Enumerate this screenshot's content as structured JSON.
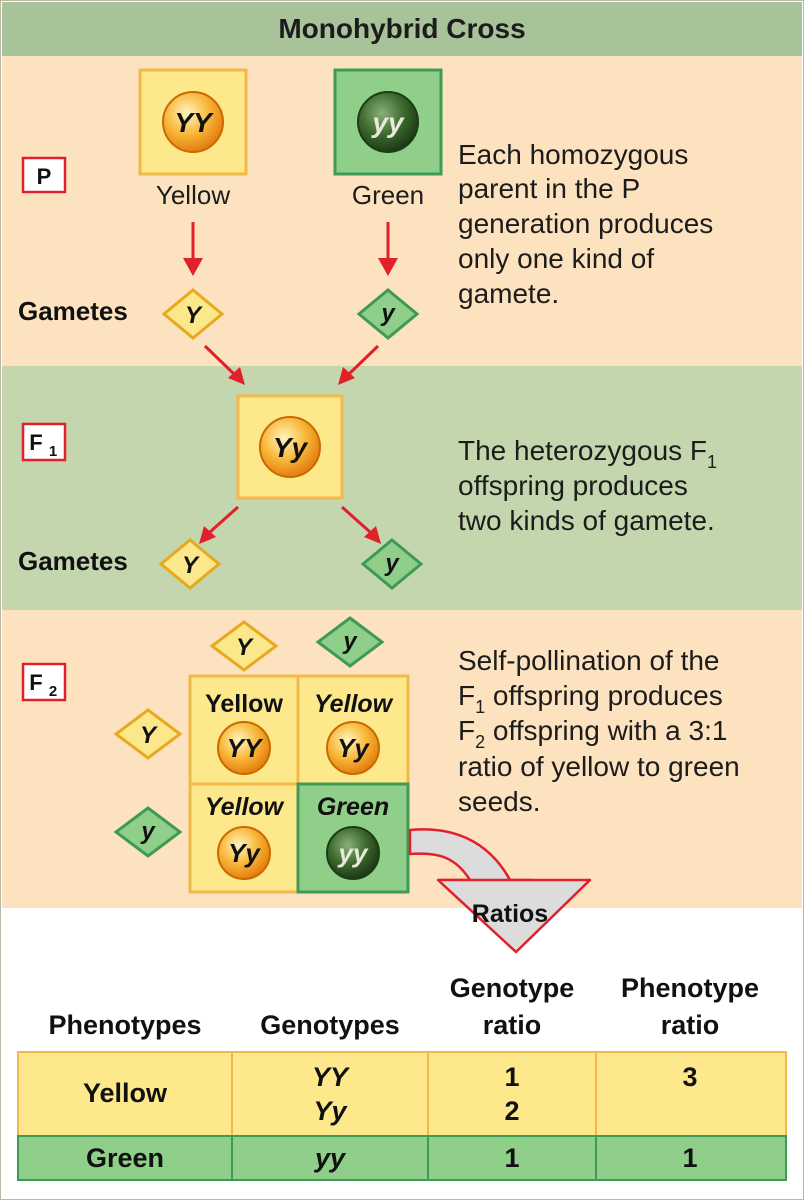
{
  "title": "Monohybrid Cross",
  "colors": {
    "header_bg": "#a8c299",
    "band_light": "#fde2bf",
    "band_green": "#c4d6ad",
    "yellow_box": "#fde98b",
    "yellow_border": "#f2b84a",
    "green_box": "#8fcf8a",
    "green_border": "#3e9a54",
    "arrow_red": "#e0202a"
  },
  "p_generation": {
    "label": "P",
    "parents": [
      {
        "genotype": "YY",
        "phenotype": "Yellow"
      },
      {
        "genotype": "yy",
        "phenotype": "Green"
      }
    ],
    "gametes_label": "Gametes",
    "gametes": [
      "Y",
      "y"
    ],
    "description": [
      "Each homozygous",
      "parent in the P",
      "generation produces",
      "only one kind of",
      "gamete."
    ]
  },
  "f1_generation": {
    "label": "F",
    "label_sub": "1",
    "offspring_genotype": "Yy",
    "gametes_label": "Gametes",
    "gametes": [
      "Y",
      "y"
    ],
    "description_line1": "The heterozygous F",
    "description_line1_sub": "1",
    "description_rest": [
      "offspring produces",
      "two kinds of gamete."
    ]
  },
  "f2_generation": {
    "label": "F",
    "label_sub": "2",
    "col_gametes": [
      "Y",
      "y"
    ],
    "row_gametes": [
      "Y",
      "y"
    ],
    "punnett": [
      {
        "phenotype": "Yellow",
        "genotype": "YY",
        "color": "yellow"
      },
      {
        "phenotype": "Yellow",
        "genotype": "Yy",
        "color": "yellow"
      },
      {
        "phenotype": "Yellow",
        "genotype": "Yy",
        "color": "yellow"
      },
      {
        "phenotype": "Green",
        "genotype": "yy",
        "color": "green"
      }
    ],
    "description_line1": "Self-pollination of the",
    "desc_l2_pre": "F",
    "desc_l2_sub": "1",
    "desc_l2_post": " offspring produces",
    "desc_l3_pre": "F",
    "desc_l3_sub": "2",
    "desc_l3_post": " offspring with a 3:1",
    "description_rest": [
      "ratio of yellow to green",
      "seeds."
    ]
  },
  "ratios_label": "Ratios",
  "ratio_table": {
    "headers": [
      "Phenotypes",
      "Genotypes",
      "Genotype",
      "ratio",
      "Phenotype",
      "ratio"
    ],
    "yellow": {
      "phenotype": "Yellow",
      "genotypes": [
        "YY",
        "Yy"
      ],
      "genotype_ratios": [
        "1",
        "2"
      ],
      "phenotype_ratio": "3"
    },
    "green": {
      "phenotype": "Green",
      "genotypes": [
        "yy"
      ],
      "genotype_ratios": [
        "1"
      ],
      "phenotype_ratio": "1"
    }
  }
}
